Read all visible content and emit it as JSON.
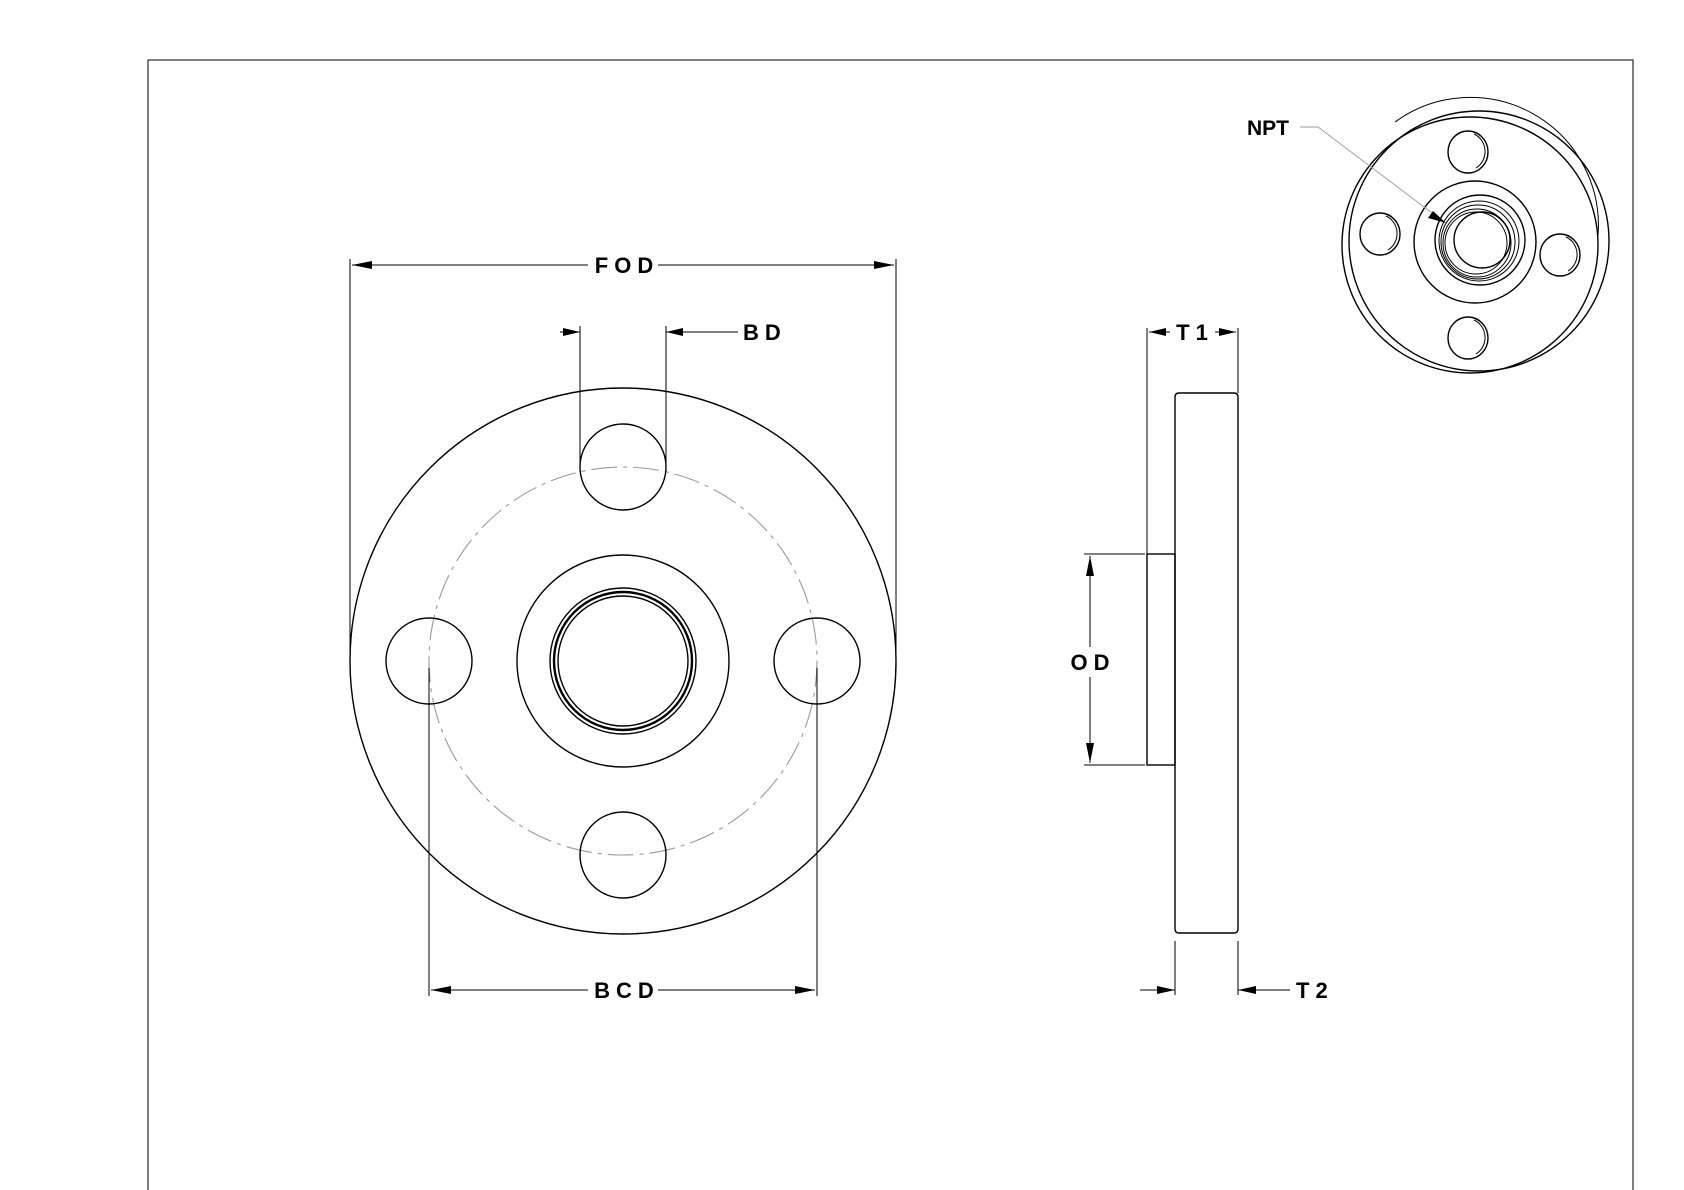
{
  "labels": {
    "fod": "FOD",
    "bd": "BD",
    "bcd": "BCD",
    "t1": "T1",
    "t2": "T2",
    "od": "OD",
    "npt": "NPT"
  },
  "colors": {
    "line": "#000000",
    "center_line": "#9a9a9a",
    "background": "#ffffff"
  }
}
